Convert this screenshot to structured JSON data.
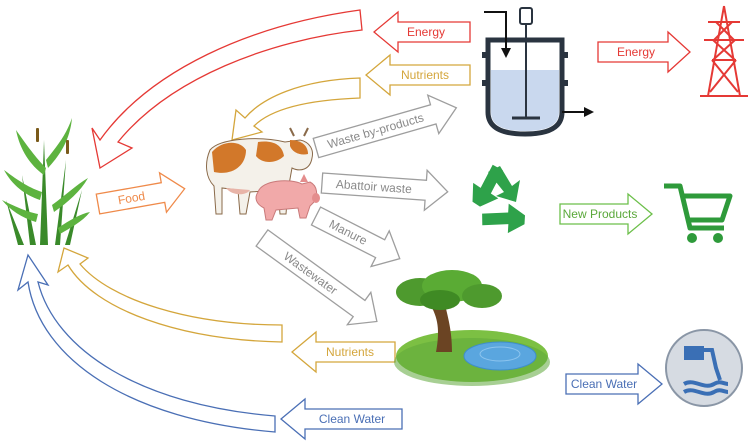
{
  "labels": {
    "energy_in": "Energy",
    "energy_out": "Energy",
    "nutrients_top": "Nutrients",
    "waste_byproducts": "Waste by-products",
    "food": "Food",
    "abattoir_waste": "Abattoir waste",
    "manure": "Manure",
    "wastewater": "Wastewater",
    "new_products": "New Products",
    "nutrients_bottom": "Nutrients",
    "clean_water_right": "Clean Water",
    "clean_water_bottom": "Clean Water"
  },
  "colors": {
    "energy": "#e53935",
    "nutrients": "#d4a63c",
    "waste": "#9e9e9e",
    "food": "#ef8a4a",
    "products": "#6cbf4a",
    "water": "#4a6fb5",
    "recycle": "#2ea24a",
    "cart": "#2e9a3a"
  },
  "icons": [
    "crop-plant-icon",
    "cow-icon",
    "pig-icon",
    "digester-tank-icon",
    "power-pylon-icon",
    "recycle-icon",
    "shopping-cart-icon",
    "tree-pond-icon",
    "water-treatment-icon"
  ]
}
